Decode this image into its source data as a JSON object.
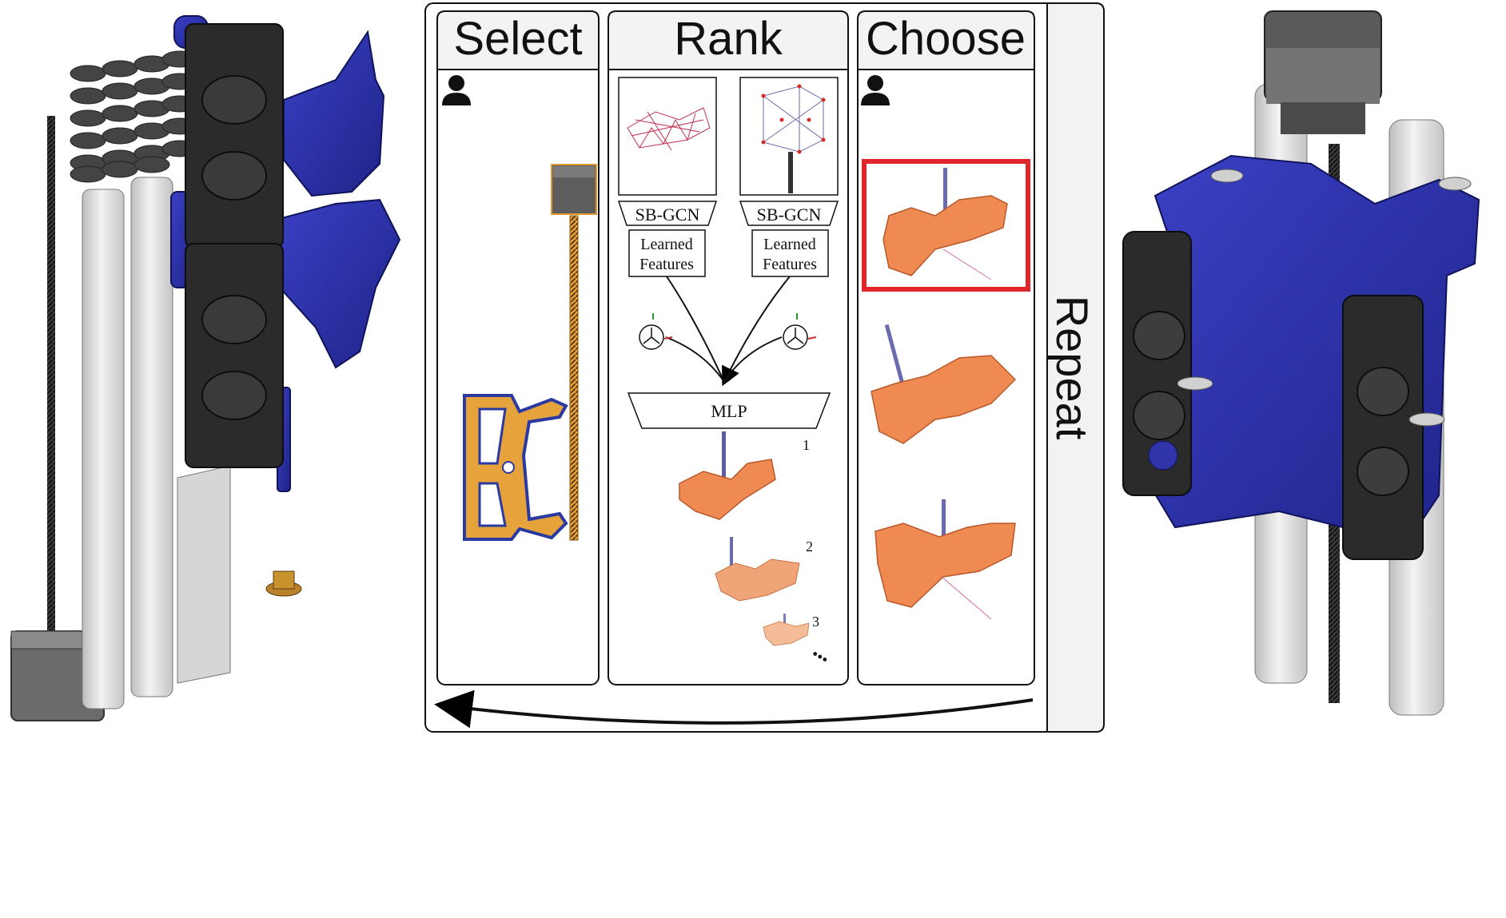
{
  "workflow": {
    "panels": [
      {
        "title": "Select"
      },
      {
        "title": "Rank"
      },
      {
        "title": "Choose"
      }
    ],
    "loop_label": "Repeat",
    "rank": {
      "encoder_label": "SB-GCN",
      "features_line1": "Learned",
      "features_line2": "Features",
      "mlp_label": "MLP",
      "ranks": [
        "1",
        "2",
        "3"
      ],
      "ellipsis": "•••"
    }
  },
  "colors": {
    "frame": "#000000",
    "panel_header_bg": "#f4f4f4",
    "orange_part": "#ee8a52",
    "blue_part": "#2f34a8",
    "black_part": "#2a2a2a",
    "grey_tube": "#d9d9d9",
    "selection_box": "#e0262b"
  },
  "icons": [
    "user-icon",
    "coordinate-gizmo-icon",
    "stepper-motor-icon",
    "lead-screw-icon"
  ]
}
